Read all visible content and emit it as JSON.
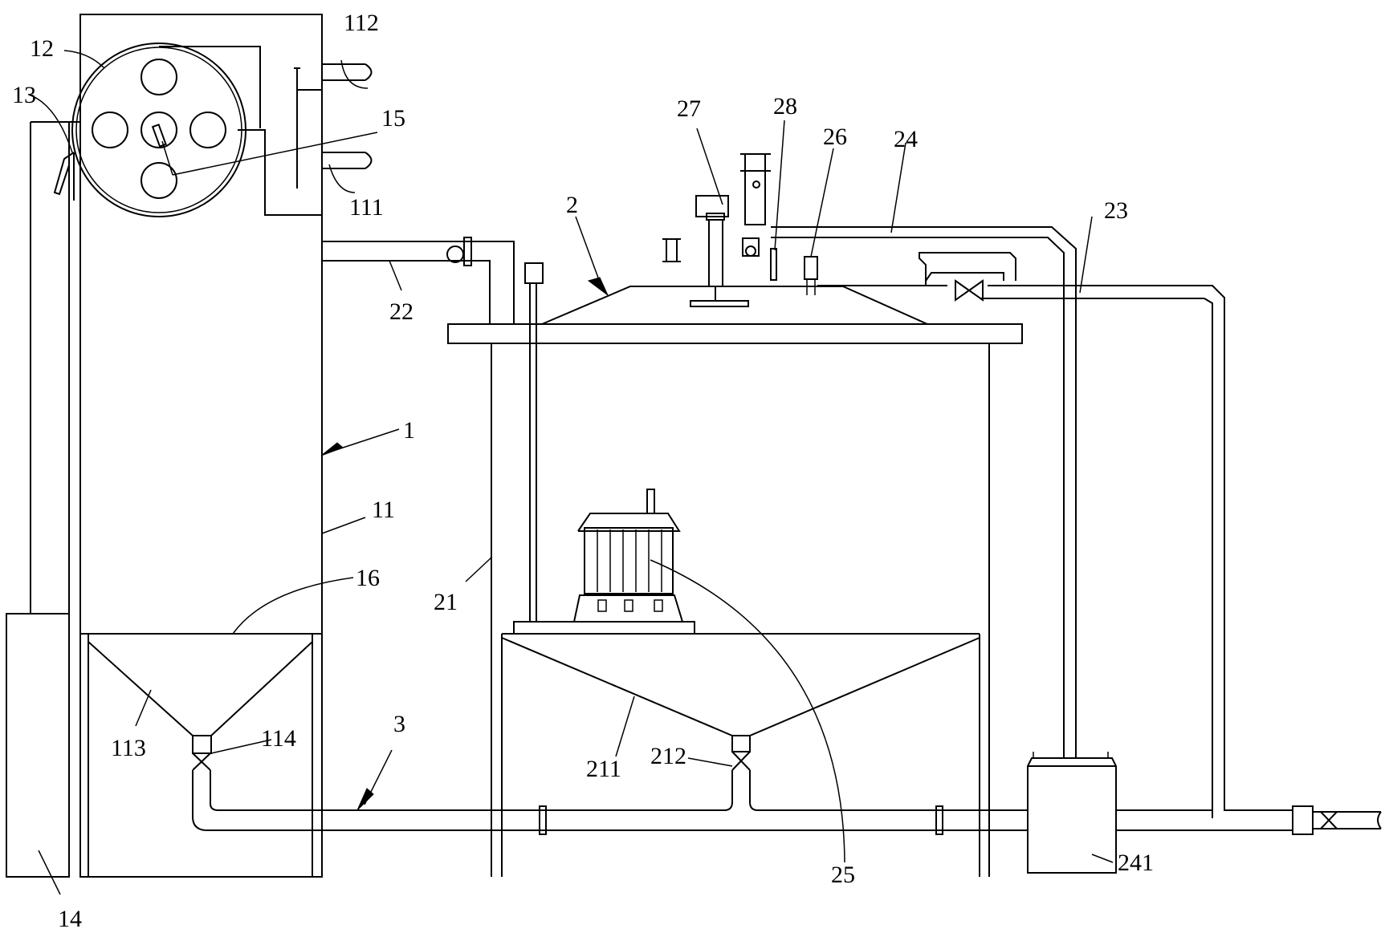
{
  "labels": {
    "l1": "1",
    "l2": "2",
    "l3": "3",
    "l11": "11",
    "l12": "12",
    "l13": "13",
    "l14": "14",
    "l15": "15",
    "l16": "16",
    "l21": "21",
    "l22": "22",
    "l23": "23",
    "l24": "24",
    "l25": "25",
    "l26": "26",
    "l27": "27",
    "l28": "28",
    "l111": "111",
    "l112": "112",
    "l113": "113",
    "l114": "114",
    "l211": "211",
    "l212": "212",
    "l241": "241"
  }
}
